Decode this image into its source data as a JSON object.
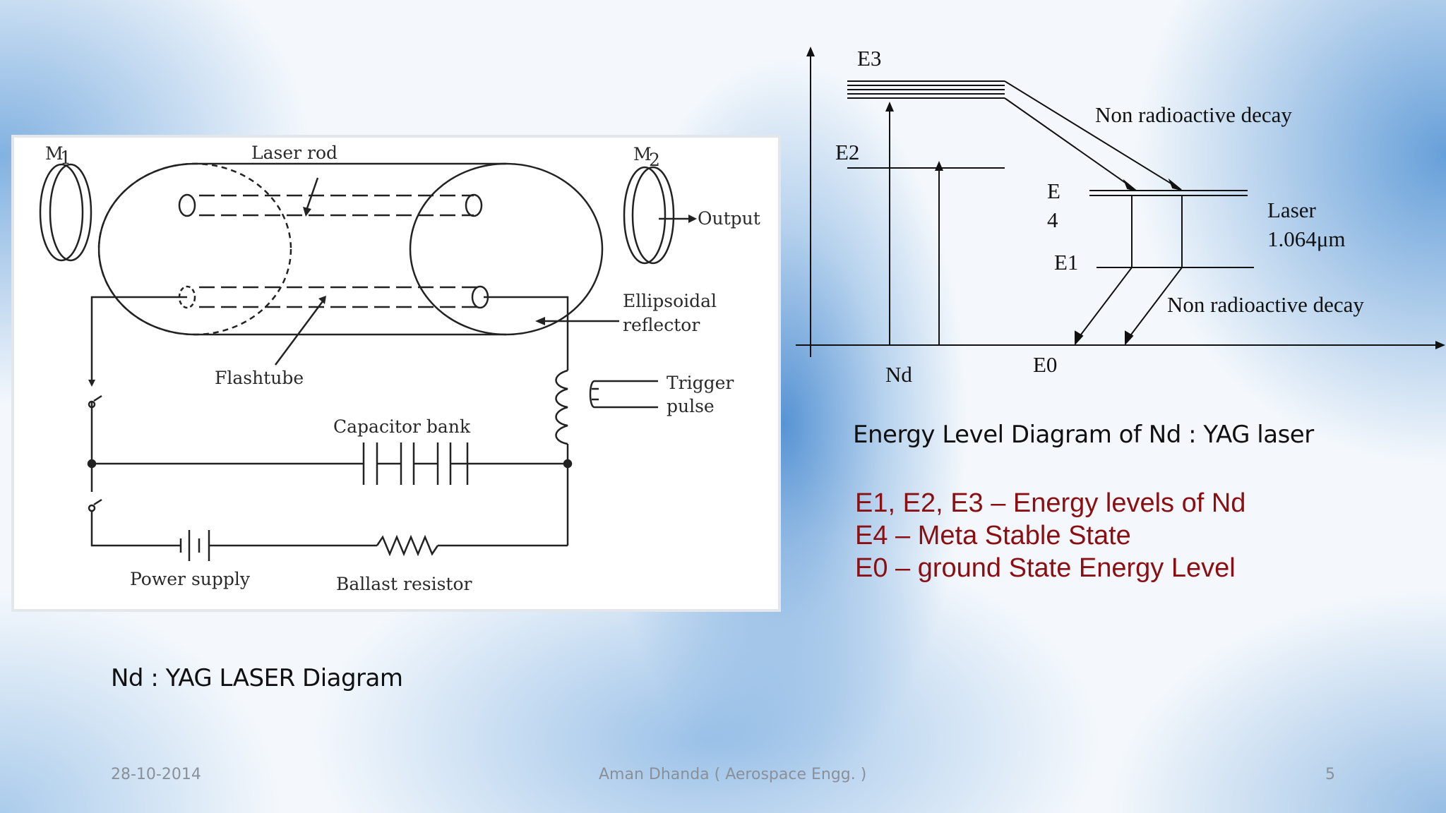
{
  "left_diagram": {
    "labels": {
      "m1": "M",
      "m1_sub": "1",
      "m2": "M",
      "m2_sub": "2",
      "laser_rod": "Laser rod",
      "output": "Output",
      "ellipsoidal_1": "Ellipsoidal",
      "ellipsoidal_2": "reflector",
      "flashtube": "Flashtube",
      "trigger_1": "Trigger",
      "trigger_2": "pulse",
      "capacitor_bank": "Capacitor bank",
      "power_supply": "Power supply",
      "ballast_resistor": "Ballast resistor"
    },
    "caption": "Nd : YAG LASER Diagram"
  },
  "energy_diagram": {
    "labels": {
      "e3": "E3",
      "e2": "E2",
      "e4_line1": "E",
      "e4_line2": "4",
      "e1": "E1",
      "e0": "E0",
      "nd": "Nd",
      "decay_top": "Non radioactive decay",
      "decay_bottom": "Non radioactive decay",
      "laser_1": "Laser",
      "laser_2": "1.064μm"
    },
    "caption": "Energy Level Diagram of Nd : YAG laser"
  },
  "legend": {
    "color": "#8b0f12",
    "lines": [
      "E1, E2, E3 – Energy levels of Nd",
      "E4 – Meta Stable State",
      "E0 – ground State Energy Level"
    ]
  },
  "footer": {
    "date": "28-10-2014",
    "author": "Aman Dhanda ( Aerospace Engg. )",
    "page_number": "5"
  }
}
